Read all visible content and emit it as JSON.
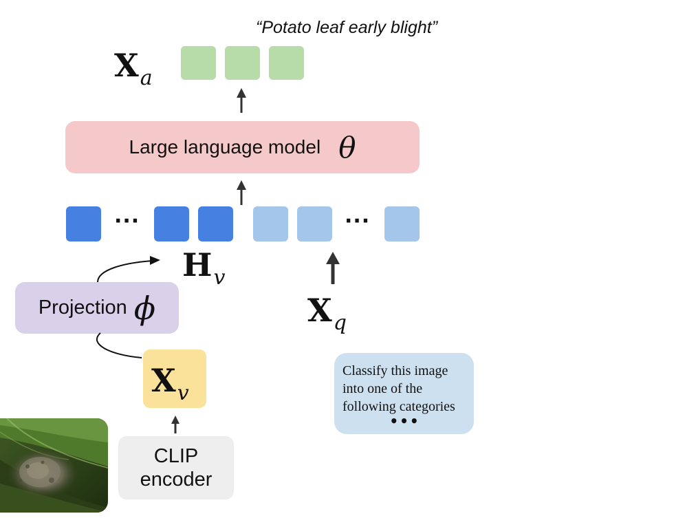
{
  "caption": "“Potato leaf early blight”",
  "symbols": {
    "xa": {
      "main": "X",
      "sub": "a"
    },
    "hv": {
      "main": "H",
      "sub": "v"
    },
    "xq": {
      "main": "X",
      "sub": "q"
    },
    "xv": {
      "main": "X",
      "sub": "v"
    }
  },
  "llm": {
    "label": "Large language model",
    "param": "θ"
  },
  "projection": {
    "label": "Projection",
    "param": "ϕ"
  },
  "clip": {
    "line1": "CLIP",
    "line2": "encoder"
  },
  "prompt": {
    "lines": [
      "Classify this image",
      "into one of the",
      "following categories"
    ],
    "ellipsis": "•••"
  },
  "ellipsis": "···",
  "colors": {
    "answer_token": "#b7dba9",
    "visual_token": "#4681e1",
    "instruction_token": "#a4c6ea",
    "llm_box": "#f5c9c9",
    "projection_box": "#d9d0e9",
    "xv_box": "#fbe29a",
    "clip_box": "#eeeeee",
    "prompt_box": "#cde0f0"
  }
}
